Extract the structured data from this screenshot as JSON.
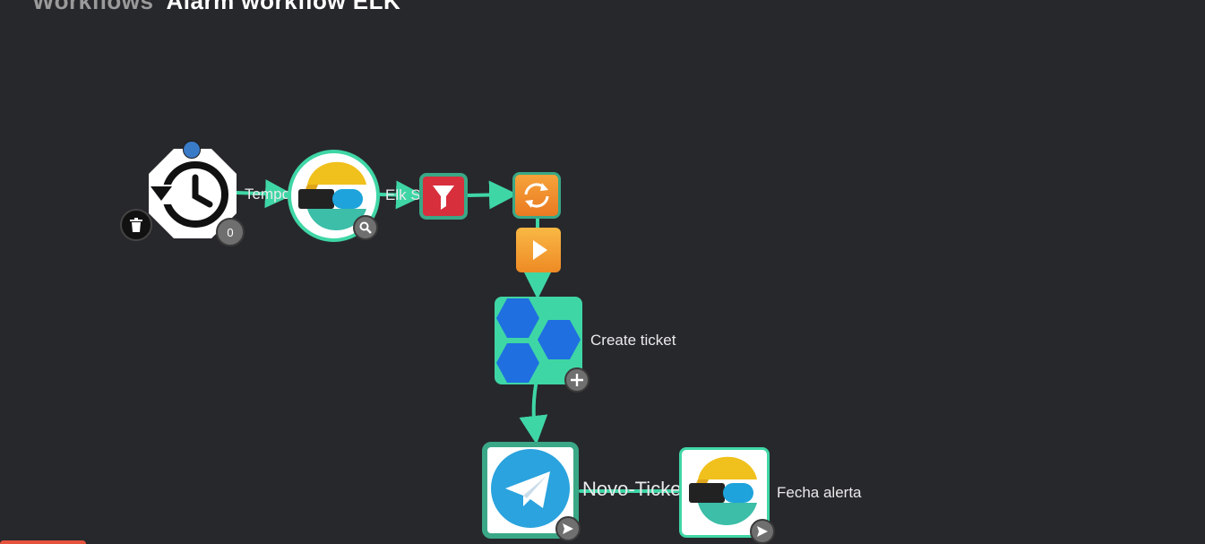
{
  "header": {
    "prefix": "Workflows",
    "title": "Alarm workflow ELK"
  },
  "nodes": {
    "trigger": {
      "label": "Tempo",
      "counter": "0",
      "icon": "history-clock-icon"
    },
    "elk_search": {
      "label": "Elk Siem",
      "icon": "elasticsearch-icon"
    },
    "filter": {
      "icon": "filter-icon"
    },
    "loop": {
      "icon": "refresh-icon"
    },
    "start": {
      "icon": "play-icon"
    },
    "thehive": {
      "label": "Create ticket",
      "icon": "hexagons-icon"
    },
    "telegram": {
      "label": "Novo-Ticket",
      "icon": "telegram-icon"
    },
    "elk_close": {
      "label": "Fecha alerta",
      "icon": "elasticsearch-icon"
    }
  },
  "colors": {
    "background": "#27282c",
    "edge": "#3fd6a5",
    "filter": "#d82f3c",
    "loop": "#f28a2e",
    "play": "#f39c2f",
    "hex_bg": "#3fd6a5",
    "hex": "#1f6fe0",
    "telegram": "#2aa3de"
  }
}
